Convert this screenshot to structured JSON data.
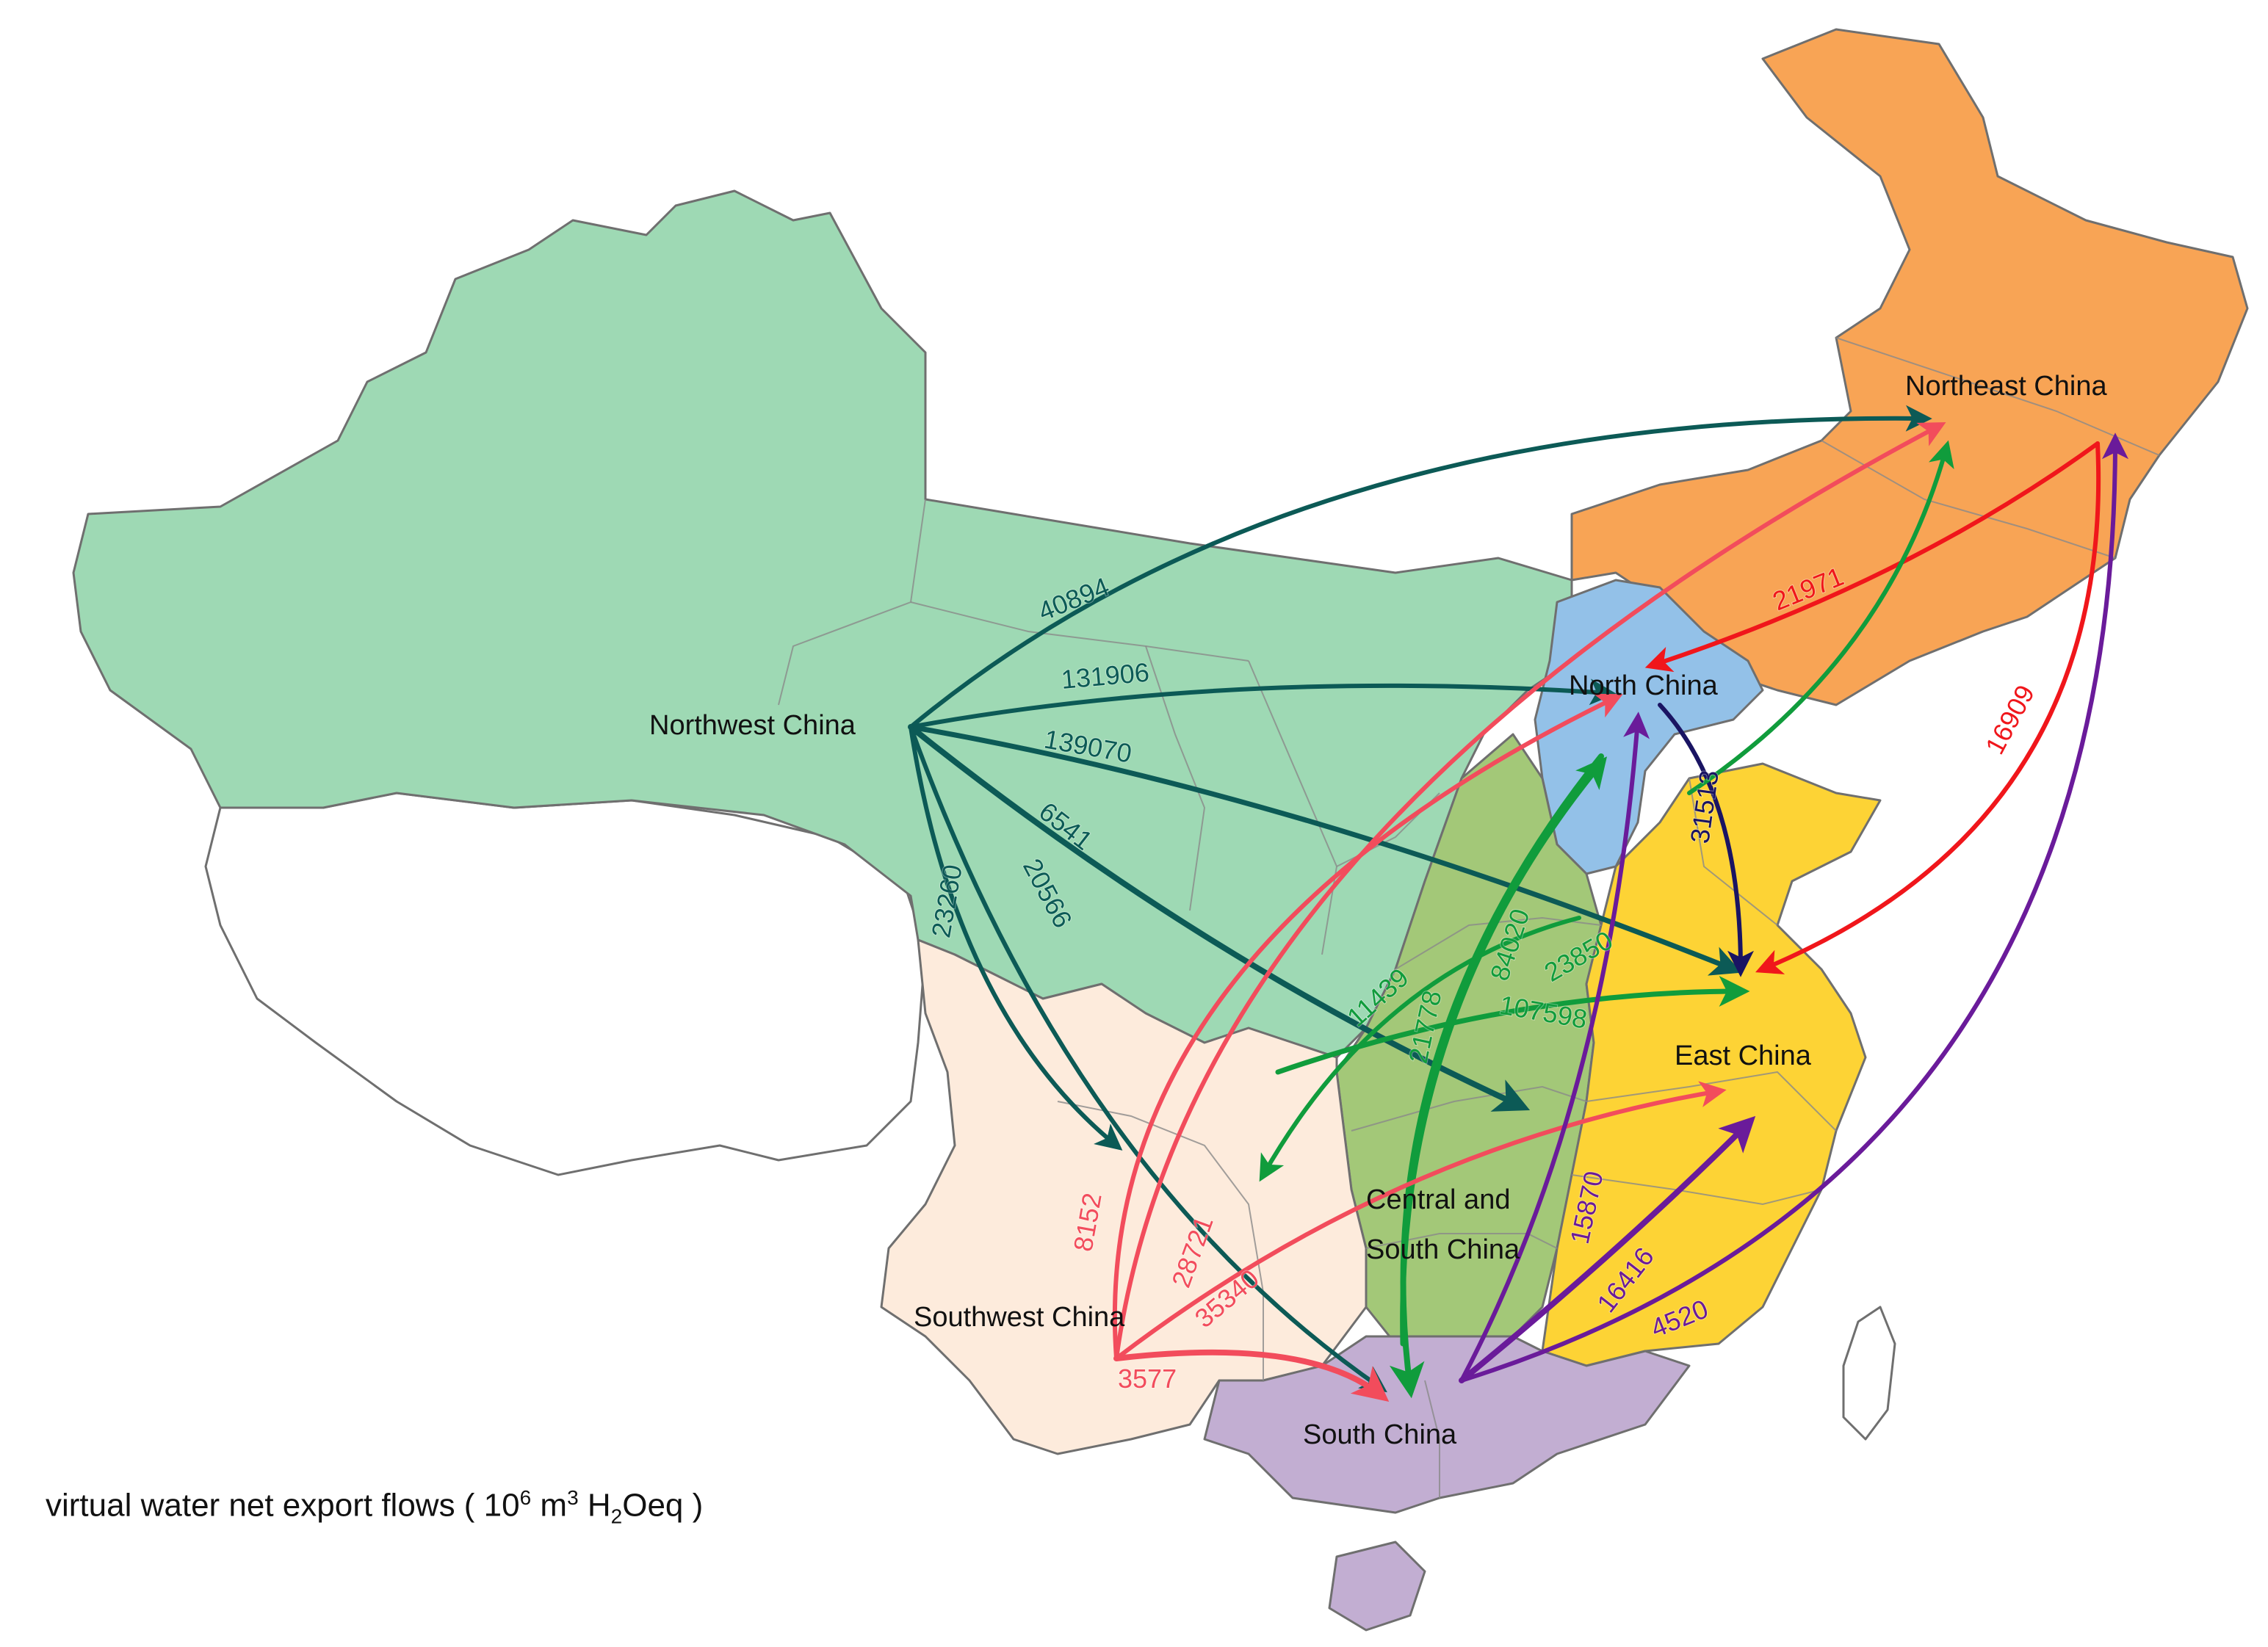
{
  "colors": {
    "northwest": "#9ed9b4",
    "northeast": "#f8a455",
    "north": "#93c1e8",
    "central_south": "#a3c878",
    "east": "#fdd335",
    "southwest": "#fdebdc",
    "south": "#c2aed2",
    "nodata": "#ffffff",
    "flow_northwest": "#0c5a56",
    "flow_southwest": "#f24c5c",
    "flow_northeast": "#f0161b",
    "flow_central": "#109c3c",
    "flow_south": "#6a1b9a",
    "flow_north": "#1a1463"
  },
  "regions": {
    "northwest": "Northwest China",
    "northeast": "Northeast China",
    "north": "North China",
    "central_south_line1": "Central and",
    "central_south_line2": "South China",
    "east": "East China",
    "southwest": "Southwest China",
    "south": "South China"
  },
  "flows": [
    {
      "from": "Northwest China",
      "to": "Northeast China",
      "value": "40894",
      "color": "flow_northwest"
    },
    {
      "from": "Northwest China",
      "to": "North China",
      "value": "131906",
      "color": "flow_northwest"
    },
    {
      "from": "Northwest China",
      "to": "East China",
      "value": "139070",
      "color": "flow_northwest"
    },
    {
      "from": "Northwest China",
      "to": "Central and South China",
      "value": "6541",
      "color": "flow_northwest"
    },
    {
      "from": "Northwest China",
      "to": "South China",
      "value": "20566",
      "color": "flow_northwest"
    },
    {
      "from": "Northwest China",
      "to": "Southwest China",
      "value": "23260",
      "color": "flow_northwest"
    },
    {
      "from": "Northeast China",
      "to": "North China",
      "value": "21971",
      "color": "flow_northeast"
    },
    {
      "from": "Northeast China",
      "to": "East China",
      "value": "16909",
      "color": "flow_northeast"
    },
    {
      "from": "North China",
      "to": "East China",
      "value": "31513",
      "color": "flow_north"
    },
    {
      "from": "Central and South China",
      "to": "Southwest China",
      "value": "11439",
      "color": "flow_central"
    },
    {
      "from": "Central and South China",
      "to": "North China",
      "value": "84020",
      "color": "flow_central"
    },
    {
      "from": "Central and South China",
      "to": "Northeast China",
      "value": "23850",
      "color": "flow_central"
    },
    {
      "from": "Central and South China",
      "to": "South China",
      "value": "21778",
      "color": "flow_central"
    },
    {
      "from": "Central and South China",
      "to": "East China",
      "value": "107598",
      "color": "flow_central"
    },
    {
      "from": "Southwest China",
      "to": "North China",
      "value": "8152",
      "color": "flow_southwest"
    },
    {
      "from": "Southwest China",
      "to": "Northeast China",
      "value": "28721",
      "color": "flow_southwest"
    },
    {
      "from": "Southwest China",
      "to": "East China",
      "value": "35340",
      "color": "flow_southwest"
    },
    {
      "from": "Southwest China",
      "to": "South China",
      "value": "3577",
      "color": "flow_southwest"
    },
    {
      "from": "South China",
      "to": "North China",
      "value": "15870",
      "color": "flow_south"
    },
    {
      "from": "South China",
      "to": "East China",
      "value": "16416",
      "color": "flow_south"
    },
    {
      "from": "South China",
      "to": "Northeast China",
      "value": "4520",
      "color": "flow_south"
    }
  ],
  "caption": {
    "prefix": "virtual water net export flows ( 10",
    "sup1": "6",
    "mid": " m",
    "sup2": "3",
    "mid2": " H",
    "sub": "2",
    "suffix": "Oeq )"
  }
}
